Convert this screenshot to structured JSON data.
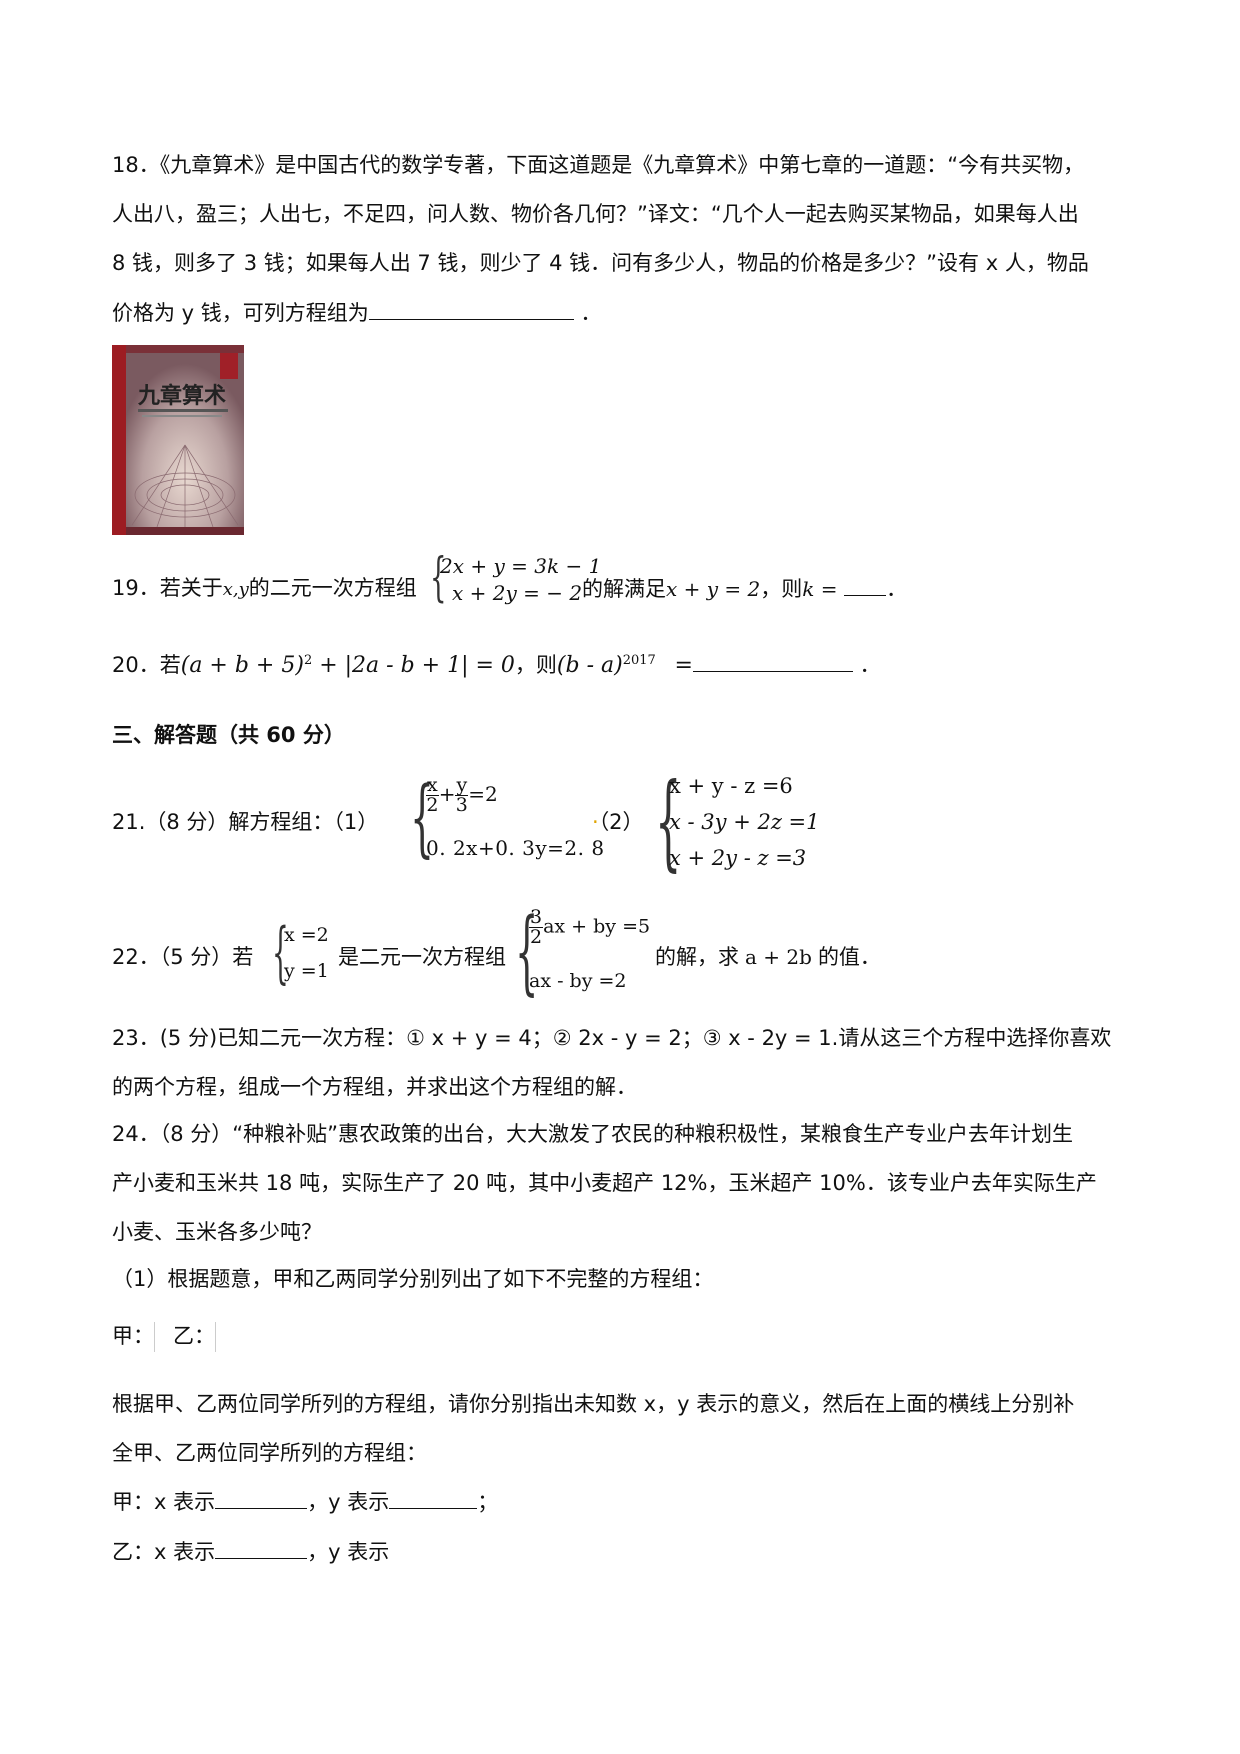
{
  "q18": {
    "line1": "18．《九章算术》是中国古代的数学专著，下面这道题是《九章算术》中第七章的一道题：“今有共买物，",
    "line2": "人出八，盈三；人出七，不足四，问人数、物价各几何？”译文：“几个人一起去购买某物品，如果每人出",
    "line3": "8 钱，则多了 3 钱；如果每人出 7 钱，则少了 4 钱．问有多少人，物品的价格是多少？”设有 x 人，物品",
    "line4_a": "价格为 y 钱，可列方程组为",
    "line4_b": "．",
    "book_title": "九章算术"
  },
  "q19": {
    "prefix": "19．若关于",
    "vars": "x,y",
    "mid": "的二元一次方程组",
    "eq1": "2x + y = 3k − 1",
    "eq2": "x + 2y = − 2",
    "after": "的解满足",
    "cond": "x + y = 2",
    "then": "，则",
    "k": "k =",
    "end": "．"
  },
  "q20": {
    "prefix": "20．若",
    "expr1": "(a + b + 5)",
    "exp1": "2",
    "expr2": " + |2a - b + 1| = 0",
    "then": "，则",
    "expr3": "(b - a)",
    "exp3": "2017",
    "eq": "=",
    "end": "．"
  },
  "section3": {
    "title": "三、解答题（共 60 分）"
  },
  "q21": {
    "prefix": "21.（8 分）解方程组：（1）",
    "s1_x": "x",
    "s1_2": "2",
    "s1_plus": "+",
    "s1_y": "y",
    "s1_3": "3",
    "s1_rhs": "=2",
    "s1_eq2": "0. 2x+0. 3y=2. 8",
    "part2": "（2）",
    "s2_eq1": "x + y - z  =6",
    "s2_eq2": "x - 3y + 2z  =1",
    "s2_eq3": "x + 2y -  z  =3"
  },
  "q22": {
    "prefix": "22．（5 分）若",
    "sol1": "x  =2",
    "sol2": "y  =1",
    "mid": "是二元一次方程组",
    "f_num": "3",
    "f_den": "2",
    "eq1_rest": "ax + by  =5",
    "eq2": "ax -  by  =2",
    "after": "的解，求",
    "target": "a + 2b",
    "end": "的值．"
  },
  "q23": {
    "line1": "23．(5 分)已知二元一次方程：① x + y = 4；② 2x - y = 2；③ x - 2y = 1.请从这三个方程中选择你喜欢",
    "line2": "的两个方程，组成一个方程组，并求出这个方程组的解．"
  },
  "q24": {
    "line1": "24．（8 分）“种粮补贴”惠农政策的出台，大大激发了农民的种粮积极性，某粮食生产专业户去年计划生",
    "line2": "产小麦和玉米共 18 吨，实际生产了 20 吨，其中小麦超产 12%，玉米超产 10%．该专业户去年实际生产",
    "line3": "小麦、玉米各多少吨？",
    "line4": "（1）根据题意，甲和乙两同学分别列出了如下不完整的方程组：",
    "jia": "甲：",
    "yi": "乙：",
    "line6": "根据甲、乙两位同学所列的方程组，请你分别指出未知数 x，y 表示的意义，然后在上面的横线上分别补",
    "line7": "全甲、乙两位同学所列的方程组：",
    "jia_x": "甲：x 表示",
    "jia_y": "，y 表示",
    "jia_end": "；",
    "yi_x": "乙：x 表示",
    "yi_y": "，y 表示"
  }
}
